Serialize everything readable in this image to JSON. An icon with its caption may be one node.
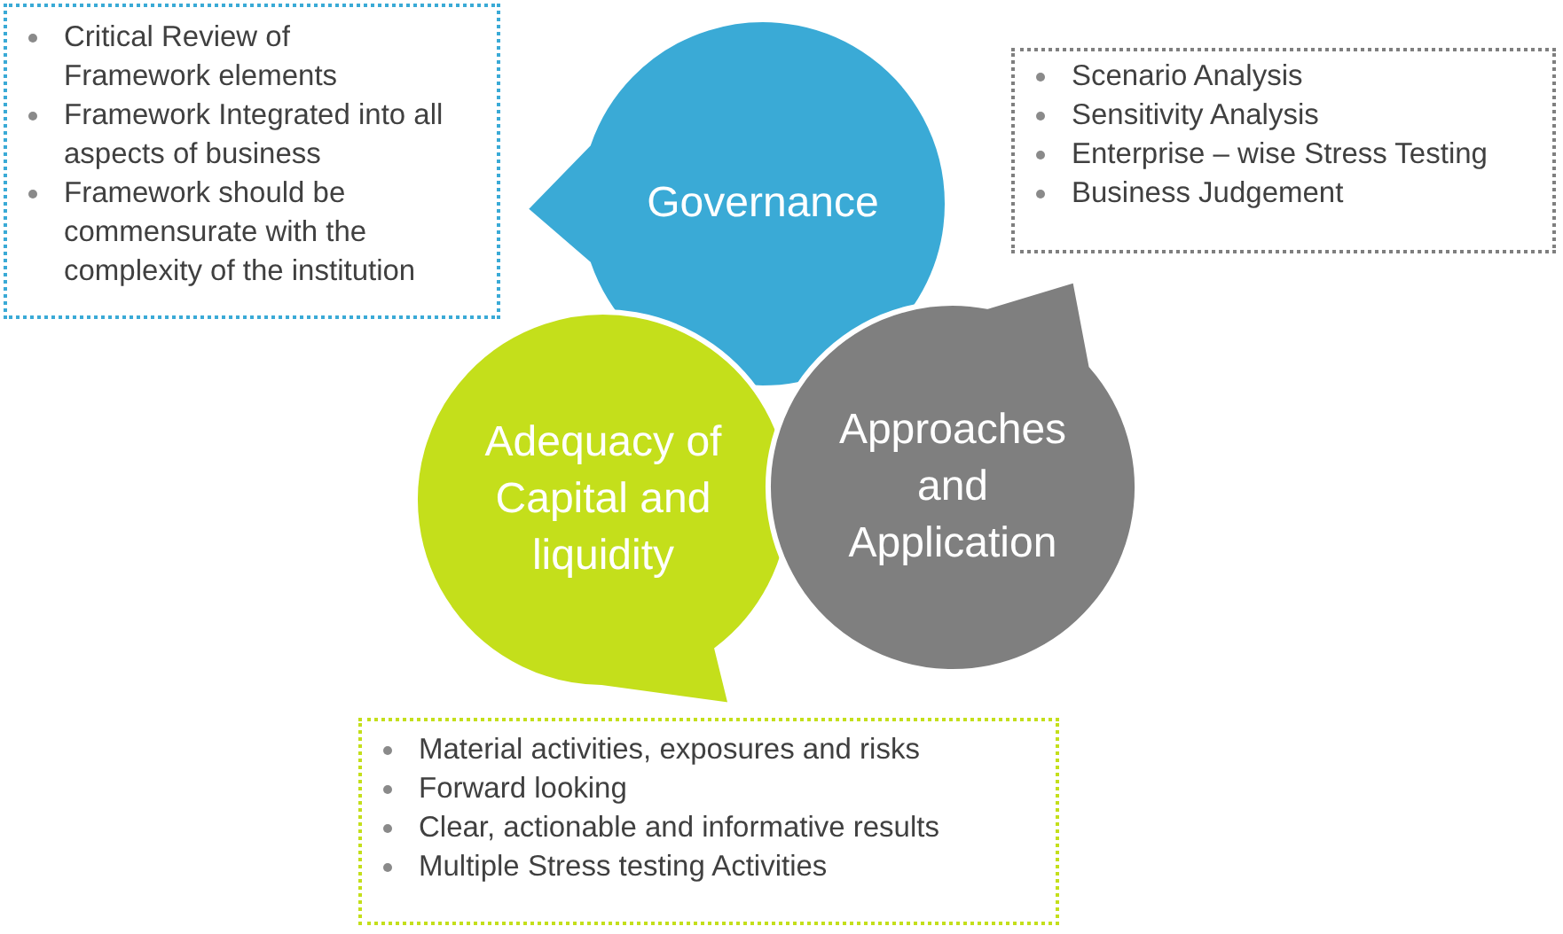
{
  "diagram": {
    "nodes": [
      {
        "text": [
          "Governance"
        ]
      },
      {
        "text": [
          "Adequacy of Capital and liquidity"
        ]
      },
      {
        "text": [
          "Approaches and Application"
        ]
      },
      {
        "text": [
          "Critical Review of Framework elements",
          "Framework Integrated into all aspects of business",
          "Framework should be commensurate with the complexity of the institution"
        ]
      },
      {
        "text": [
          "Scenario Analysis",
          "Sensitivity Analysis",
          "Enterprise – wise Stress Testing",
          "Business Judgement"
        ]
      },
      {
        "text": [
          "Material activities, exposures and risks",
          "Forward looking",
          "Clear, actionable and informative results",
          "Multiple Stress testing Activities"
        ]
      }
    ]
  }
}
